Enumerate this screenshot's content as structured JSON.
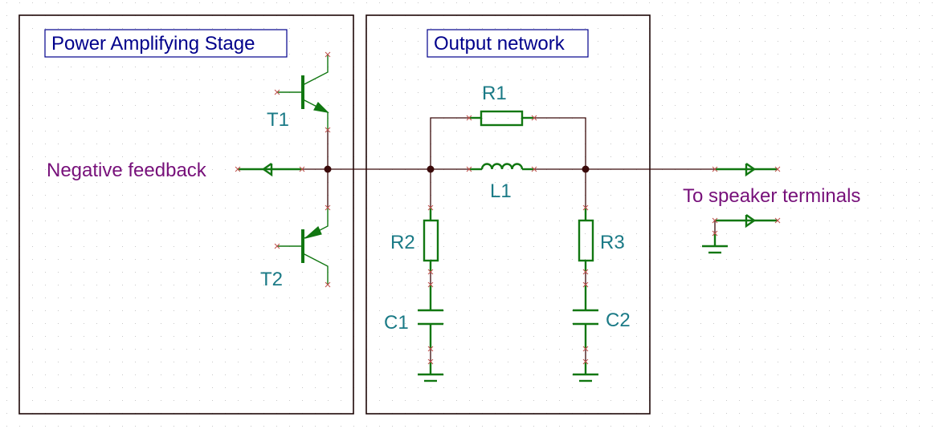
{
  "diagram": {
    "type": "electronic schematic",
    "sections": [
      {
        "id": "stage",
        "title": "Power Amplifying Stage"
      },
      {
        "id": "network",
        "title": "Output network"
      }
    ],
    "components": {
      "T1": {
        "label": "T1",
        "kind": "NPN transistor"
      },
      "T2": {
        "label": "T2",
        "kind": "PNP transistor"
      },
      "R1": {
        "label": "R1",
        "kind": "resistor"
      },
      "L1": {
        "label": "L1",
        "kind": "inductor"
      },
      "R2": {
        "label": "R2",
        "kind": "resistor"
      },
      "R3": {
        "label": "R3",
        "kind": "resistor"
      },
      "C1": {
        "label": "C1",
        "kind": "capacitor"
      },
      "C2": {
        "label": "C2",
        "kind": "capacitor"
      }
    },
    "annotations": {
      "feedback": "Negative feedback",
      "speaker": "To speaker terminals"
    },
    "colors": {
      "wire": "#3a0a0a",
      "component": "#117711",
      "title": "#00008b",
      "reference": "#1a7a86",
      "annotation": "#77107a",
      "pin_marker": "#c0504d"
    }
  }
}
